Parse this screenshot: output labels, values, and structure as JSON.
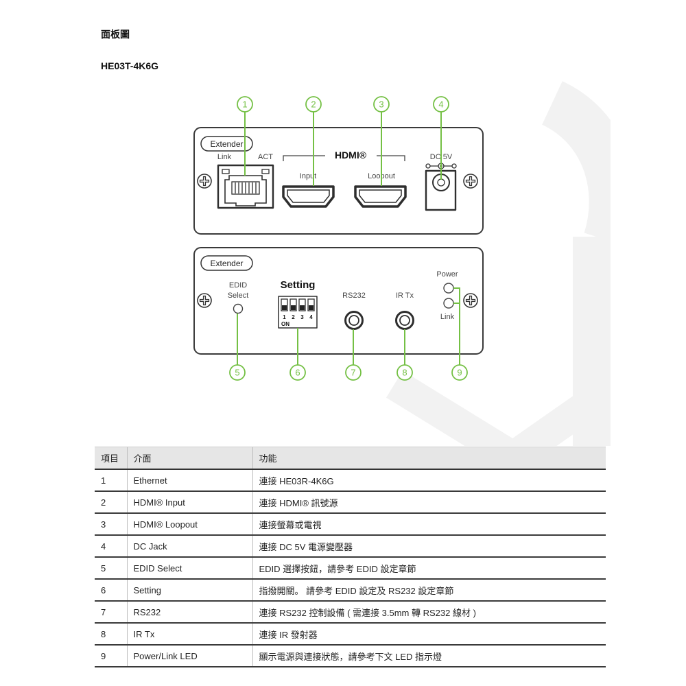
{
  "page": {
    "heading": "面板圖",
    "model": "HE03T-4K6G"
  },
  "colors": {
    "callout_green": "#74c044",
    "panel_border": "#3a3a3a",
    "text": "#222222",
    "table_header_bg": "#e6e6e6",
    "watermark_gray": "#f2f2f2"
  },
  "front_panel": {
    "badge": "Extender",
    "link_label": "Link",
    "act_label": "ACT",
    "hdmi_label": "HDMI®",
    "input_label": "Input",
    "loopout_label": "Loopout",
    "dc_label": "DC 5V",
    "icons": [
      "screw-icon",
      "ethernet-port-icon",
      "hdmi-port-icon",
      "dc-polarity-icon",
      "dc-jack-icon"
    ]
  },
  "rear_panel": {
    "badge": "Extender",
    "edid_label": [
      "EDID",
      "Select"
    ],
    "setting_label": "Setting",
    "dip_numbers": [
      "1",
      "2",
      "3",
      "4"
    ],
    "dip_on_label": "ON",
    "rs232_label": "RS232",
    "irtx_label": "IR Tx",
    "power_label": "Power",
    "link_label": "Link",
    "icons": [
      "screw-icon",
      "edid-button-icon",
      "dip-switch-icon",
      "audio-jack-icon",
      "led-icon"
    ]
  },
  "callouts": [
    "1",
    "2",
    "3",
    "4",
    "5",
    "6",
    "7",
    "8",
    "9"
  ],
  "table": {
    "headers": [
      "項目",
      "介面",
      "功能"
    ],
    "rows": [
      {
        "no": "1",
        "interface": "Ethernet",
        "function": "連接 HE03R-4K6G"
      },
      {
        "no": "2",
        "interface": "HDMI® Input",
        "function": "連接 HDMI® 訊號源"
      },
      {
        "no": "3",
        "interface": "HDMI® Loopout",
        "function": "連接螢幕或電視"
      },
      {
        "no": "4",
        "interface": "DC Jack",
        "function": "連接 DC 5V 電源變壓器"
      },
      {
        "no": "5",
        "interface": "EDID Select",
        "function": "EDID 選擇按鈕，請參考 EDID 設定章節"
      },
      {
        "no": "6",
        "interface": "Setting",
        "function": "指撥開關。 請參考 EDID 設定及 RS232 設定章節"
      },
      {
        "no": "7",
        "interface": "RS232",
        "function": "連接 RS232 控制設備 ( 需連接 3.5mm 轉 RS232 線材 )"
      },
      {
        "no": "8",
        "interface": "IR Tx",
        "function": "連接 IR 發射器"
      },
      {
        "no": "9",
        "interface": "Power/Link LED",
        "function": "顯示電源與連接狀態，請參考下文 LED 指示燈"
      }
    ]
  }
}
